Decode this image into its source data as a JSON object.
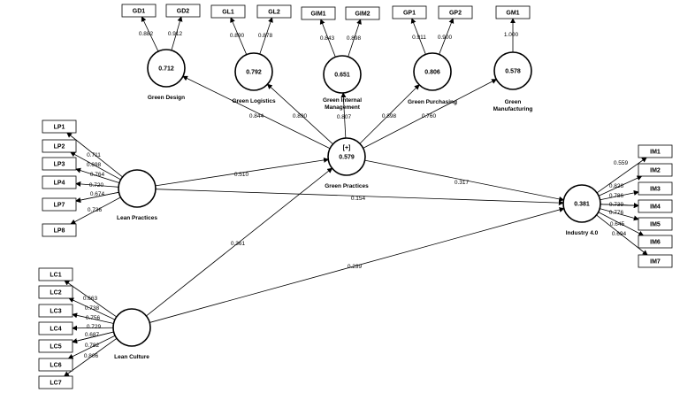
{
  "constructs": {
    "green_design": {
      "name": [
        "Green Design"
      ],
      "r2": "0.712"
    },
    "green_logistics": {
      "name": [
        "Green Logistics"
      ],
      "r2": "0.792"
    },
    "green_internal_management": {
      "name": [
        "Green Internal",
        "Management"
      ],
      "r2": "0.651"
    },
    "green_purchasing": {
      "name": [
        "Green Purchasing"
      ],
      "r2": "0.806"
    },
    "green_manufacturing": {
      "name": [
        "Green",
        "Manufacturing"
      ],
      "r2": "0.578"
    },
    "green_practices": {
      "name": [
        "Green Practices"
      ],
      "r2": "0.579",
      "tag": "[+]"
    },
    "lean_practices": {
      "name": [
        "Lean Practices"
      ],
      "r2": ""
    },
    "lean_culture": {
      "name": [
        "Lean Culture"
      ],
      "r2": ""
    },
    "industry_40": {
      "name": [
        "Industry 4.0"
      ],
      "r2": "0.381"
    }
  },
  "indicators": {
    "GD1": "GD1",
    "GD2": "GD2",
    "GL1": "GL1",
    "GL2": "GL2",
    "GIM1": "GIM1",
    "GIM2": "GIM2",
    "GP1": "GP1",
    "GP2": "GP2",
    "GM1": "GM1",
    "LP1": "LP1",
    "LP2": "LP2",
    "LP3": "LP3",
    "LP4": "LP4",
    "LP7": "LP7",
    "LP8": "LP8",
    "LC1": "LC1",
    "LC2": "LC2",
    "LC3": "LC3",
    "LC4": "LC4",
    "LC5": "LC5",
    "LC6": "LC6",
    "LC7": "LC7",
    "IM1": "IM1",
    "IM2": "IM2",
    "IM3": "IM3",
    "IM4": "IM4",
    "IM5": "IM5",
    "IM6": "IM6",
    "IM7": "IM7"
  },
  "loadings": {
    "GD1": "0.882",
    "GD2": "0.912",
    "GL1": "0.890",
    "GL2": "0.878",
    "GIM1": "0.843",
    "GIM2": "0.898",
    "GP1": "0.911",
    "GP2": "0.900",
    "GM1": "1.000",
    "LP2": "0.711",
    "LP3": "0.698",
    "LP4": "0.764",
    "LP7a": "0.720",
    "LP7b": "0.674",
    "LP8": "0.736",
    "LC2": "0.663",
    "LC3": "0.738",
    "LC4": "0.756",
    "LC5a": "0.729",
    "LC5b": "0.687",
    "LC6": "0.782",
    "LC7": "0.806",
    "IM2": "0.559",
    "IM3": "0.826",
    "IM4a": "0.786",
    "IM4b": "0.739",
    "IM5": "0.776",
    "IM6": "0.645",
    "IM7": "0.694"
  },
  "paths": {
    "gp_gd": "0.844",
    "gp_gl": "0.890",
    "gp_gim": "0.807",
    "gp_gpu": "0.898",
    "gp_gm": "0.760",
    "lp_gp": "0.510",
    "lp_i4": "0.154",
    "gp_i4": "0.317",
    "lc_gp": "0.361",
    "lc_i4": "0.239"
  }
}
